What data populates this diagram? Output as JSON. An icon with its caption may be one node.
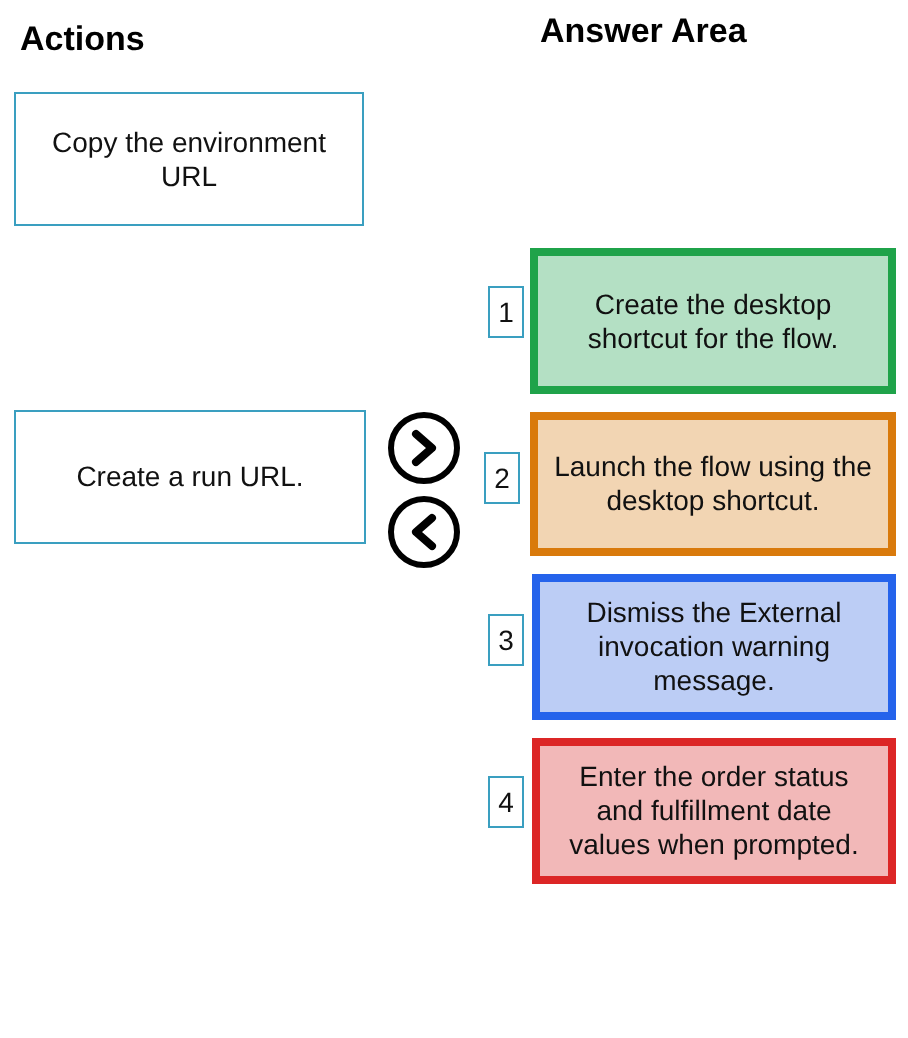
{
  "diagram": {
    "nodes": [
      {
        "text": [
          "Copy the environment URL"
        ]
      },
      {
        "text": [
          "1"
        ]
      },
      {
        "text": [
          "Create the desktop shortcut for the flow."
        ]
      },
      {
        "text": [
          "Create a run URL."
        ]
      },
      {
        "text": [
          "2"
        ]
      },
      {
        "text": [
          "Launch the flow using the desktop shortcut."
        ]
      },
      {
        "text": [
          "3"
        ]
      },
      {
        "text": [
          "Dismiss the External invocation warning message."
        ]
      },
      {
        "text": [
          "4"
        ]
      },
      {
        "text": [
          "Enter the order status and fulfillment date values when prompted."
        ]
      }
    ],
    "labels": [
      "Actions",
      "Answer Area"
    ]
  }
}
